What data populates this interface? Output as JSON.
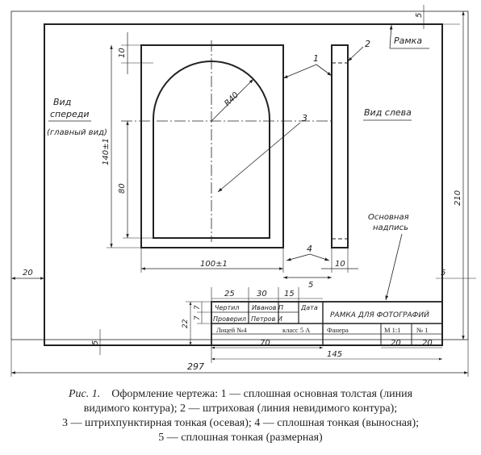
{
  "view_labels": {
    "front_line1": "Вид",
    "front_line2": "спереди",
    "front_line3": "(главный вид)",
    "left_view": "Вид слева",
    "frame": "Рамка",
    "title_block_line1": "Основная",
    "title_block_line2": "надпись"
  },
  "callouts": {
    "c1": "1",
    "c2": "2",
    "c3": "3",
    "c4": "4",
    "c5": "5"
  },
  "dimensions": {
    "d5_top": "5",
    "d10_top": "10",
    "radius": "R40",
    "d140": "140±1",
    "d80": "80",
    "d100": "100±1",
    "d10_side": "10",
    "d5_side": "5",
    "d20_left": "20",
    "d5_right": "5",
    "d5_bottom": "5",
    "d210": "210",
    "d297": "297",
    "d25": "25",
    "d30": "30",
    "d15": "15",
    "d22": "22",
    "d7a": "7",
    "d7b": "7",
    "d70": "70",
    "d145": "145",
    "d20a": "20",
    "d20b": "20"
  },
  "title_block": {
    "drew": "Чертил",
    "checked": "Проверил",
    "drew_name": "Иванов П",
    "checked_name": "Петров И",
    "date": "Дата",
    "title": "РАМКА ДЛЯ ФОТОГРАФИЙ",
    "school": "Лицей №4",
    "class": "класс 5 А",
    "material": "Фанера",
    "scale": "М 1:1",
    "sheet": "№ 1"
  },
  "caption": {
    "fig": "Рис. 1.",
    "line1": "Оформление чертежа: 1 — сплошная основная толстая (линия",
    "line2": "видимого контура); 2 — штриховая (линия невидимого контура);",
    "line3": "3 — штрихпунктирная тонкая (осевая); 4 — сплошная тонкая (выносная);",
    "line4": "5 — сплошная тонкая (размерная)"
  }
}
